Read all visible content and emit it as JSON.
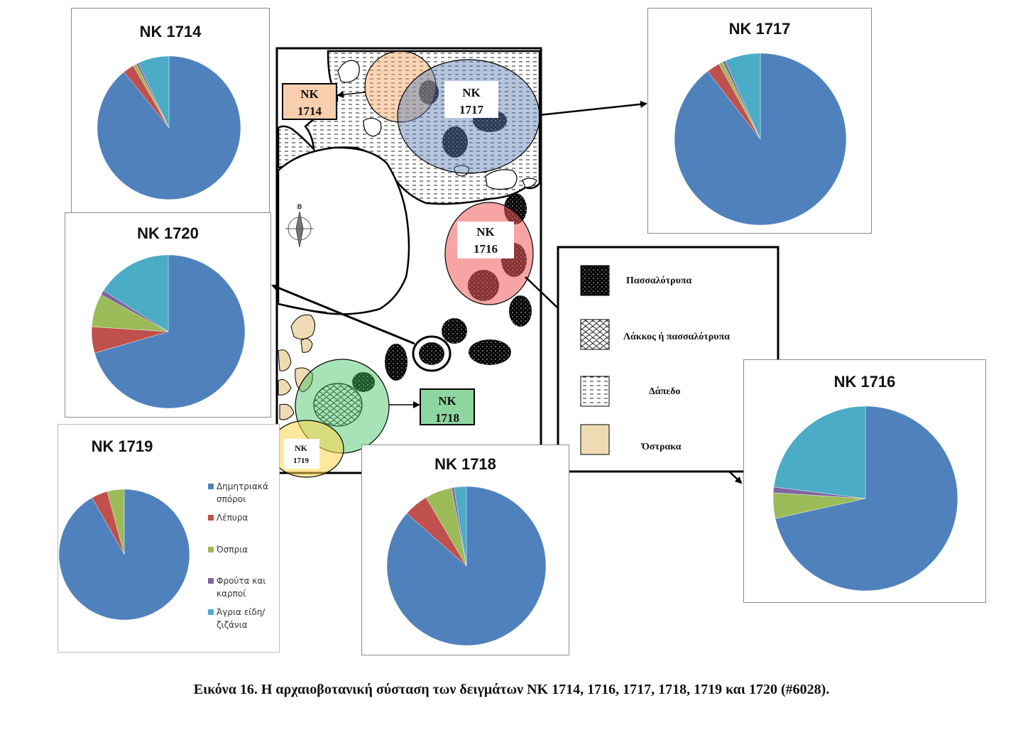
{
  "caption": "Εικόνα 16. Η αρχαιοβοτανική σύσταση των δειγμάτων ΝΚ 1714, 1716, 1717, 1718, 1719 και 1720 (#6028).",
  "colors": {
    "cereals": "#4f81bd",
    "chaff": "#c0504d",
    "pulses": "#9bbb59",
    "fruits": "#8064a2",
    "wild": "#4bacc6"
  },
  "legend": {
    "items": [
      {
        "label": "Δημητριακά σπόροι",
        "color": "#4f81bd"
      },
      {
        "label": "Λέπυρα",
        "color": "#c0504d"
      },
      {
        "label": "Όσπρια",
        "color": "#9bbb59"
      },
      {
        "label": "Φρούτα και καρποί",
        "color": "#8064a2"
      },
      {
        "label": "Άγρια είδη/ζιζάνια",
        "color": "#4bacc6"
      }
    ]
  },
  "map": {
    "north_label": "Β",
    "sample_labels": [
      {
        "line1": "ΝΚ",
        "line2": "1714"
      },
      {
        "line1": "ΝΚ",
        "line2": "1717"
      },
      {
        "line1": "ΝΚ",
        "line2": "1716"
      },
      {
        "line1": "ΝΚ",
        "line2": "1718"
      },
      {
        "line1": "ΝΚ",
        "line2": "1719"
      }
    ],
    "key": [
      {
        "label": "Πασσαλότρυπα",
        "icon": "dotted-black-swatch"
      },
      {
        "label": "Λάκκος ή πασσαλότρυπα",
        "icon": "scale-pattern-swatch"
      },
      {
        "label": "Δάπεδο",
        "icon": "dash-pattern-swatch"
      },
      {
        "label": "Όστρακα",
        "icon": "sherd-beige-swatch"
      }
    ]
  },
  "chart_data": [
    {
      "type": "pie",
      "title": "ΝΚ 1714",
      "categories": [
        "Δημητριακά σπόροι",
        "Λέπυρα",
        "Όσπρια",
        "Φρούτα και καρποί",
        "Άγρια είδη/ζιζάνια"
      ],
      "values": [
        89.2,
        2.5,
        0.8,
        0.5,
        7.0
      ]
    },
    {
      "type": "pie",
      "title": "ΝΚ 1717",
      "categories": [
        "Δημητριακά σπόροι",
        "Λέπυρα",
        "Όσπρια",
        "Φρούτα και καρποί",
        "Άγρια είδη/ζιζάνια"
      ],
      "values": [
        89.5,
        2.5,
        0.8,
        0.5,
        6.7
      ]
    },
    {
      "type": "pie",
      "title": "ΝΚ 1720",
      "categories": [
        "Δημητριακά σπόροι",
        "Λέπυρα",
        "Όσπρια",
        "Φρούτα και καρποί",
        "Άγρια είδη/ζιζάνια"
      ],
      "values": [
        70.5,
        5.5,
        7.0,
        1.0,
        16.0
      ]
    },
    {
      "type": "pie",
      "title": "ΝΚ 1716",
      "categories": [
        "Δημητριακά σπόροι",
        "Λέπυρα",
        "Όσπρια",
        "Φρούτα και καρποί",
        "Άγρια είδη/ζιζάνια"
      ],
      "values": [
        71.5,
        0,
        4.5,
        1.0,
        23.0
      ]
    },
    {
      "type": "pie",
      "title": "ΝΚ 1719",
      "categories": [
        "Δημητριακά σπόροι",
        "Λέπυρα",
        "Όσπρια",
        "Φρούτα και καρποί",
        "Άγρια είδη/ζιζάνια"
      ],
      "values": [
        91.8,
        4.0,
        4.2,
        0,
        0
      ]
    },
    {
      "type": "pie",
      "title": "ΝΚ 1718",
      "categories": [
        "Δημητριακά σπόροι",
        "Λέπυρα",
        "Όσπρια",
        "Φρούτα και καρποί",
        "Άγρια είδη/ζιζάνια"
      ],
      "values": [
        86.5,
        5.0,
        5.5,
        0.5,
        2.5
      ]
    }
  ]
}
